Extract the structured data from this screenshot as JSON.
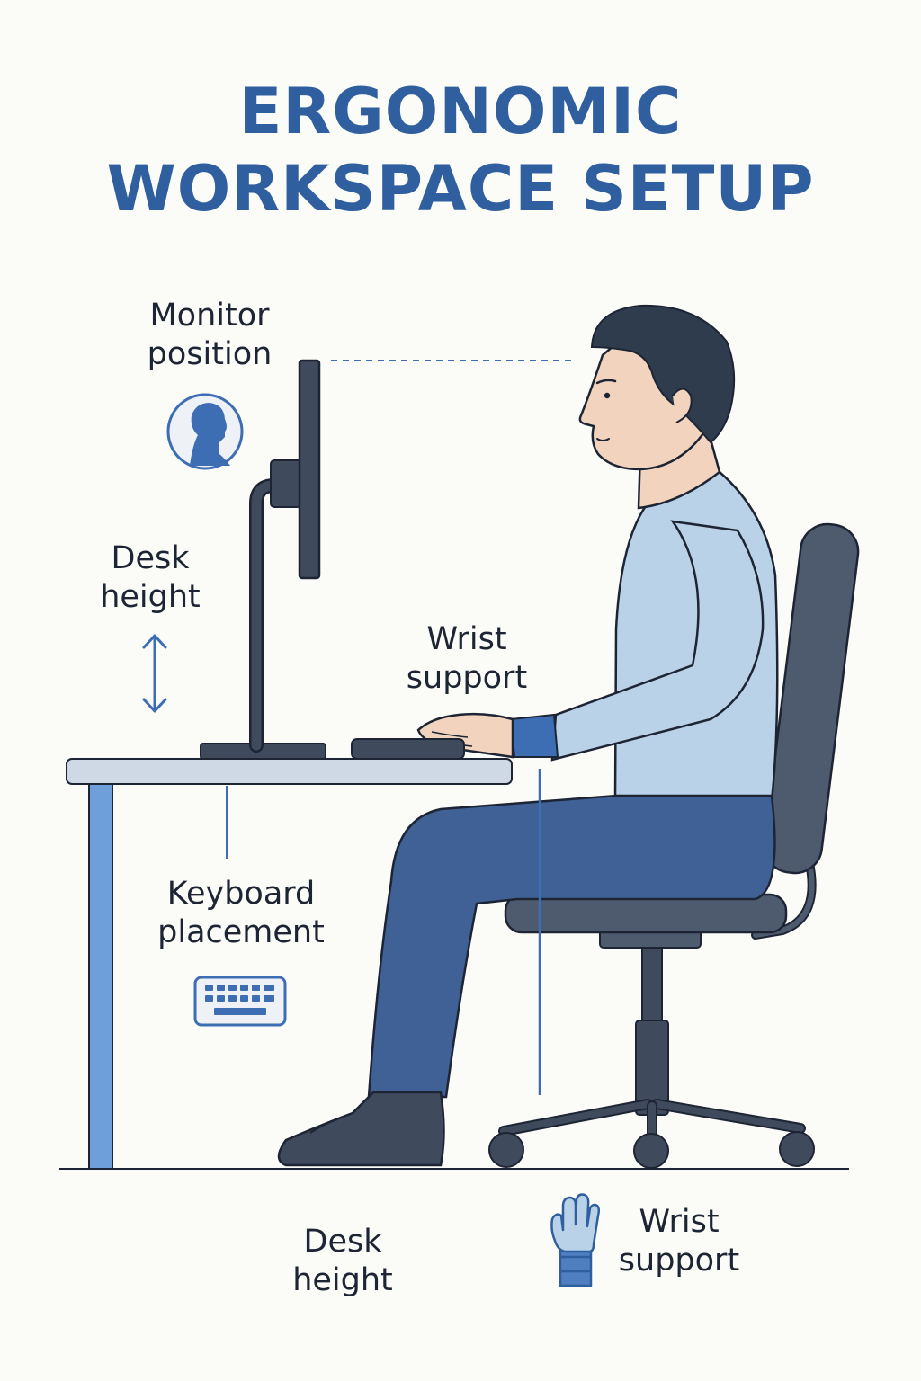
{
  "title": {
    "line1": "ERGONOMIC",
    "line2": "WORKSPACE SETUP"
  },
  "labels": {
    "monitor_position": {
      "line1": "Monitor",
      "line2": "position"
    },
    "desk_height_top": {
      "line1": "Desk",
      "line2": "height"
    },
    "wrist_support_top": {
      "line1": "Wrist",
      "line2": "support"
    },
    "keyboard_placement": {
      "line1": "Keyboard",
      "line2": "placement"
    },
    "desk_height_bottom": {
      "line1": "Desk",
      "line2": "height"
    },
    "wrist_support_bottom": {
      "line1": "Wrist",
      "line2": "support"
    }
  },
  "icons": {
    "monitor": "head-profile-icon",
    "desk_height": "vertical-double-arrow-icon",
    "keyboard": "keyboard-icon",
    "wrist": "wrist-brace-glove-icon"
  },
  "colors": {
    "accent_blue": "#2f5f9f",
    "line_blue": "#3d6eb3",
    "dark_navy": "#1d2433",
    "shirt": "#b9d2e8",
    "pants": "#3f6196",
    "skin": "#f2d3bd",
    "hair": "#2f3c4e",
    "chair": "#4e5b6f",
    "monitor": "#3f4a5c",
    "desk_top": "#cfd9e6",
    "desk_leg": "#6f9fdb",
    "background": "#fbfbf8"
  }
}
